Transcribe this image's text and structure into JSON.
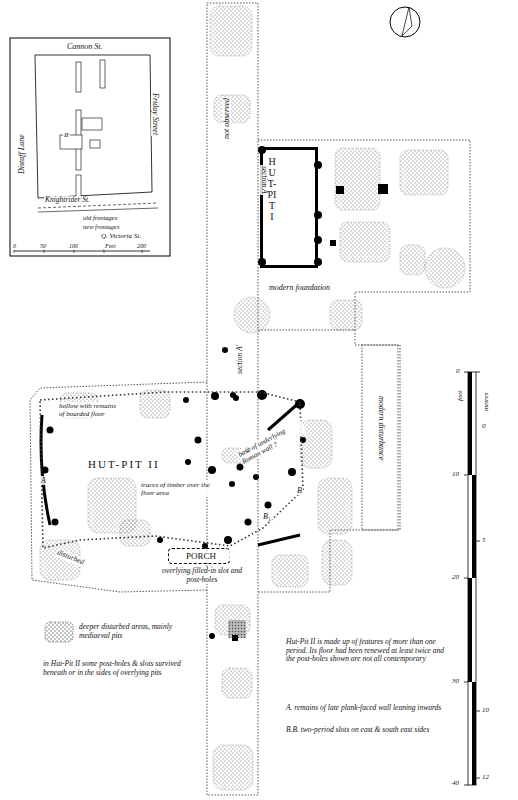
{
  "diagram": {
    "nodes": [
      {
        "text": [
          "HUT-PIT I"
        ]
      },
      {
        "text": [
          "HUT-PIT II"
        ]
      },
      {
        "text": [
          "PORCH",
          "overlying filled-in slot and post-holes"
        ]
      }
    ],
    "edges": [],
    "labels": [
      "Cannon St.",
      "Distaff Lane",
      "Friday Street",
      "Knightrider St.",
      "old frontages",
      "new frontages",
      "Q. Victoria St.",
      "0",
      "50",
      "100",
      "Feet",
      "200",
      "II",
      "not observed",
      "section A",
      "modern foundation",
      "section A'",
      "modern disturbance",
      "hollow with remains of boarded floor",
      "traces of timber over the floor area",
      "base of underlying Roman wall ?",
      "A",
      "B",
      "B₁",
      "disturbed",
      "in Hut-Pit II some post-holes & slots survived beneath or in the sides of overlying pits",
      "Hut-Pit II is made up of features of more than one period. Its floor had been renewed at least twice and the post-holes shown are not all contemporary",
      "A. remains of late plank-faced wall leaning inwards",
      "B.B. two-period slots on east & south east sides",
      "feet",
      "metres",
      "0",
      "10",
      "20",
      "30",
      "40",
      "0",
      "5",
      "10",
      "12"
    ],
    "legend": [
      {
        "text": "deeper disturbed areas, mainly mediaeval pits"
      }
    ]
  }
}
